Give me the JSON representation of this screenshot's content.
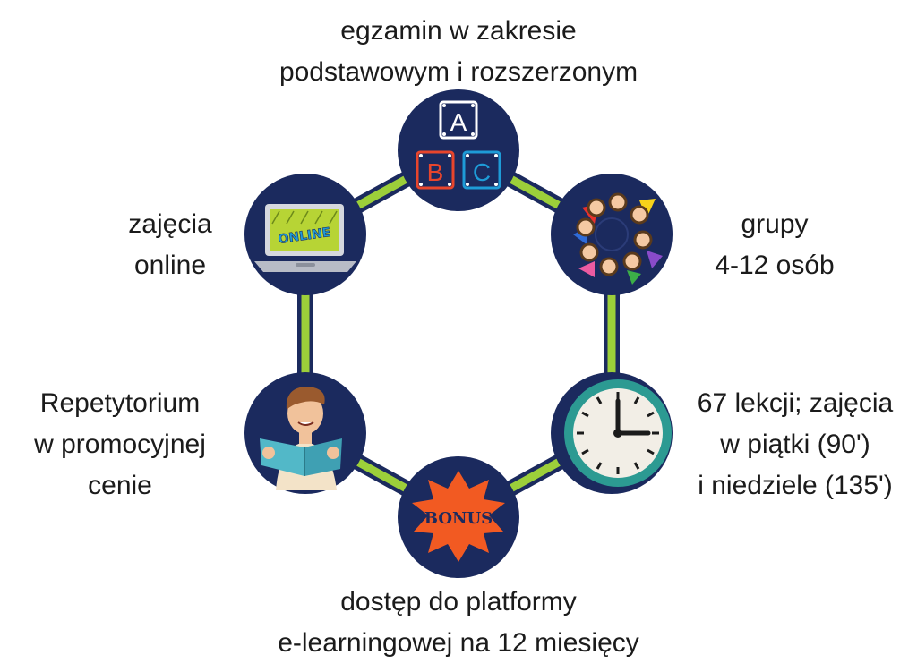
{
  "nodes": {
    "exam": {
      "lines": [
        "egzamin w zakresie",
        "podstawowym i rozszerzonym"
      ],
      "icon": "abc-blocks-icon"
    },
    "groups": {
      "lines": [
        "grupy",
        "4-12 osób"
      ],
      "icon": "children-circle-icon"
    },
    "lessons": {
      "lines": [
        "67 lekcji; zajęcia",
        "w piątki (90')",
        "i niedziele (135')"
      ],
      "icon": "clock-icon"
    },
    "platform": {
      "lines": [
        "dostęp do platformy",
        "e-learningowej na 12 miesięcy"
      ],
      "icon": "bonus-burst-icon",
      "badge": "BONUS"
    },
    "review": {
      "lines": [
        "Repetytorium",
        "w promocyjnej",
        "cenie"
      ],
      "icon": "reading-student-icon"
    },
    "online": {
      "lines": [
        "zajęcia",
        "online"
      ],
      "icon": "laptop-online-icon",
      "screen_text": "ONLINE"
    }
  },
  "blocks": {
    "a": "A",
    "b": "B",
    "c": "C"
  },
  "colors": {
    "circle": "#1b2a5e",
    "connector": "#9ccf3a",
    "connector_border": "#1b2a5e",
    "clock_ring": "#2c9a92",
    "bonus": "#f25a22",
    "text": "#1b1b1b"
  }
}
